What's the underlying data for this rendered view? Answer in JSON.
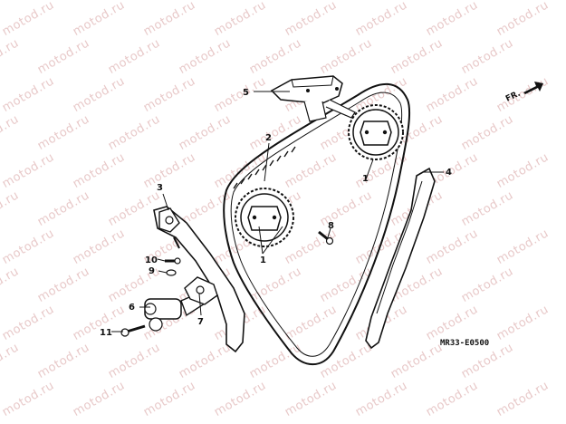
{
  "watermark": "motod.ru",
  "direction_label": "FR.",
  "diagram_code": "MR33-E0500",
  "callouts": {
    "c1a": "1",
    "c1b": "1",
    "c2": "2",
    "c3": "3",
    "c4": "4",
    "c5": "5",
    "c6": "6",
    "c7": "7",
    "c8": "8",
    "c9": "9",
    "c10": "10",
    "c11": "11"
  },
  "colors": {
    "line": "#111111",
    "watermark": "#e8c9c9",
    "background": "#ffffff"
  }
}
